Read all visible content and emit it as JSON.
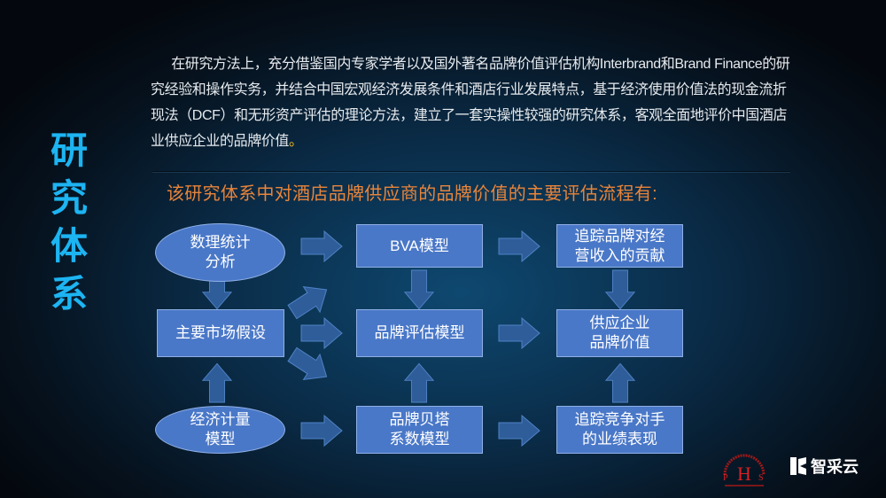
{
  "title_chars": [
    "研",
    "究",
    "体",
    "系"
  ],
  "paragraph": "在研究方法上，充分借鉴国内专家学者以及国外著名品牌价值评估机构Interbrand和Brand Finance的研究经验和操作实务，并结合中国宏观经济发展条件和酒店行业发展特点，基于经济使用价值法的现金流折现法（DCF）和无形资产评估的理论方法，建立了一套实操性较强的研究体系，客观全面地评价中国酒店业供应企业的品牌价值",
  "paragraph_end": "。",
  "subtitle": "该研究体系中对酒店品牌供应商的品牌价值的主要评估流程有:",
  "flow": {
    "stat_analysis": [
      "数理统计",
      "分析"
    ],
    "bva": "BVA模型",
    "track_revenue": [
      "追踪品牌对经",
      "营收入的贡献"
    ],
    "market_assumption": "主要市场假设",
    "brand_eval": "品牌评估模型",
    "supplier_value": [
      "供应企业",
      "品牌价值"
    ],
    "econometric": [
      "经济计量",
      "模型"
    ],
    "beta": [
      "品牌贝塔",
      "系数模型"
    ],
    "track_competitor": [
      "追踪竞争对手",
      "的业绩表现"
    ]
  },
  "logos": {
    "phs": "PHS",
    "zhicaiyun": "智采云"
  },
  "colors": {
    "box": "#4a78c8",
    "title": "#1db4f2",
    "subtitle": "#e8843a"
  }
}
